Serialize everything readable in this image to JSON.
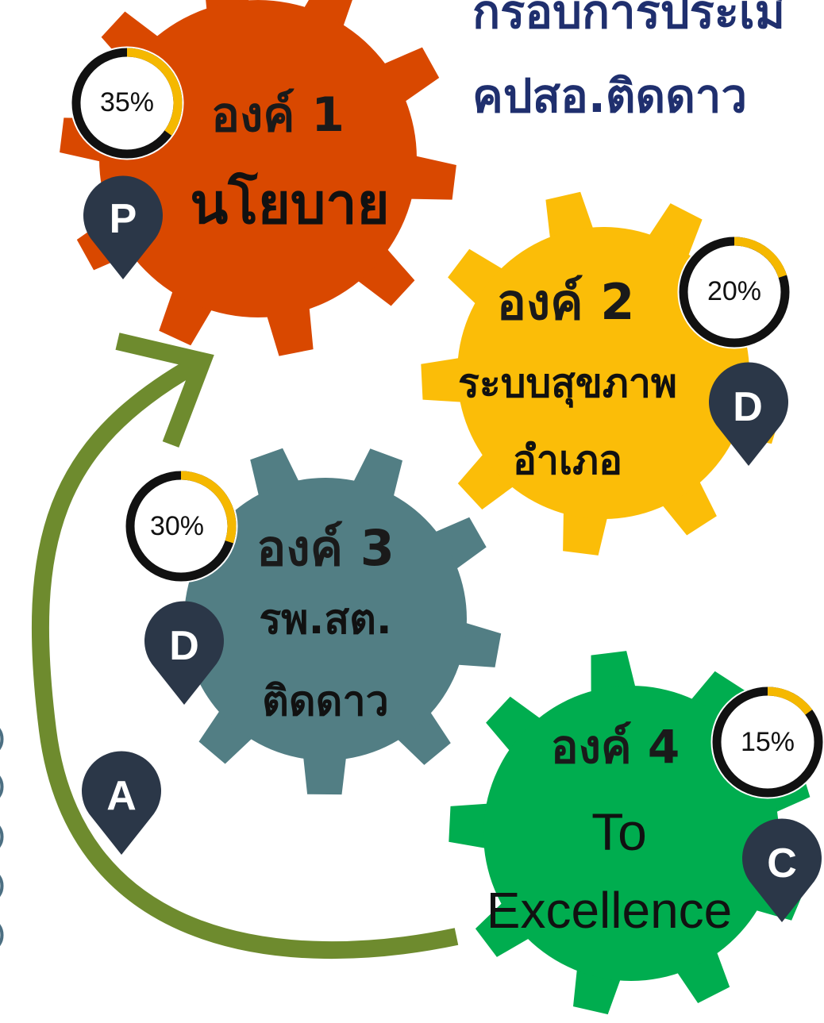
{
  "title": {
    "line1": "กรอบการประเมิ",
    "line2": "คปสอ.ติดดาว"
  },
  "components": [
    {
      "heading": "องค์ 1",
      "name_lines": [
        "นโยบาย"
      ],
      "percent_label": "35%",
      "percent": 35,
      "pdca": "P",
      "color": "#d94800"
    },
    {
      "heading": "องค์ 2",
      "name_lines": [
        "ระบบสุขภาพ",
        "อำเภอ"
      ],
      "percent_label": "20%",
      "percent": 20,
      "pdca": "D",
      "color": "#fbbd08"
    },
    {
      "heading": "องค์ 3",
      "name_lines": [
        "รพ.สต.",
        "ติดดาว"
      ],
      "percent_label": "30%",
      "percent": 30,
      "pdca": "D",
      "color": "#527e84"
    },
    {
      "heading": "องค์ 4",
      "name_lines": [
        "To",
        "Excellence"
      ],
      "percent_label": "15%",
      "percent": 15,
      "pdca": "C",
      "color": "#00ad4f"
    }
  ],
  "cycle_marker": {
    "pdca": "A"
  },
  "edge_marks": [
    ")",
    ")",
    ")",
    ")",
    ")"
  ],
  "colors": {
    "title": "#1f2f6e",
    "arrow": "#6e8b2e",
    "ring_track": "#111111",
    "ring_fill": "#f5b800",
    "pin": "#2b3748"
  }
}
